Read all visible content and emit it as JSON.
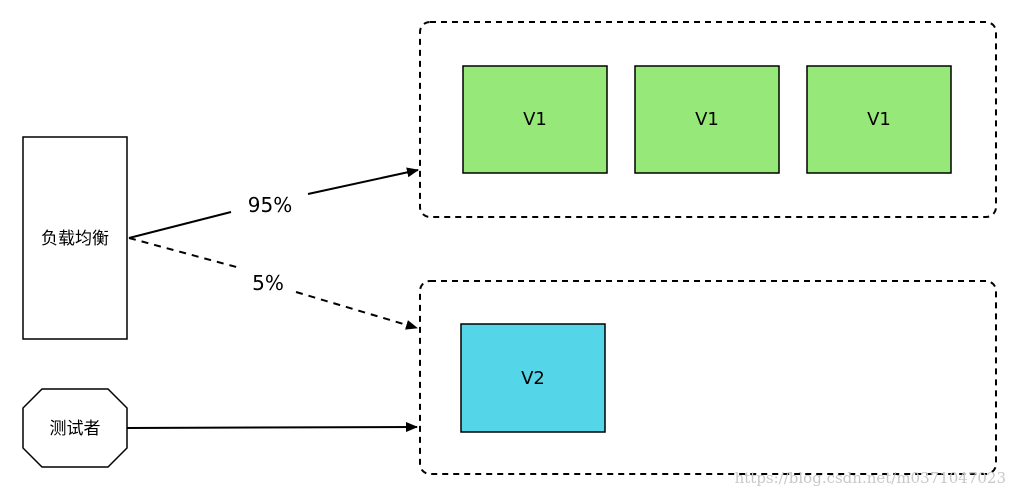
{
  "nodes": {
    "load_balancer": "负载均衡",
    "tester": "测试者",
    "v1_label": "V1",
    "v2_label": "V2"
  },
  "edges": {
    "to_v1_label": "95%",
    "to_v2_label": "5%"
  },
  "colors": {
    "v1_fill": "#96e878",
    "v2_fill": "#54d6e8",
    "stroke": "#000000"
  },
  "watermark": "https://blog.csdn.net/m0371047023"
}
